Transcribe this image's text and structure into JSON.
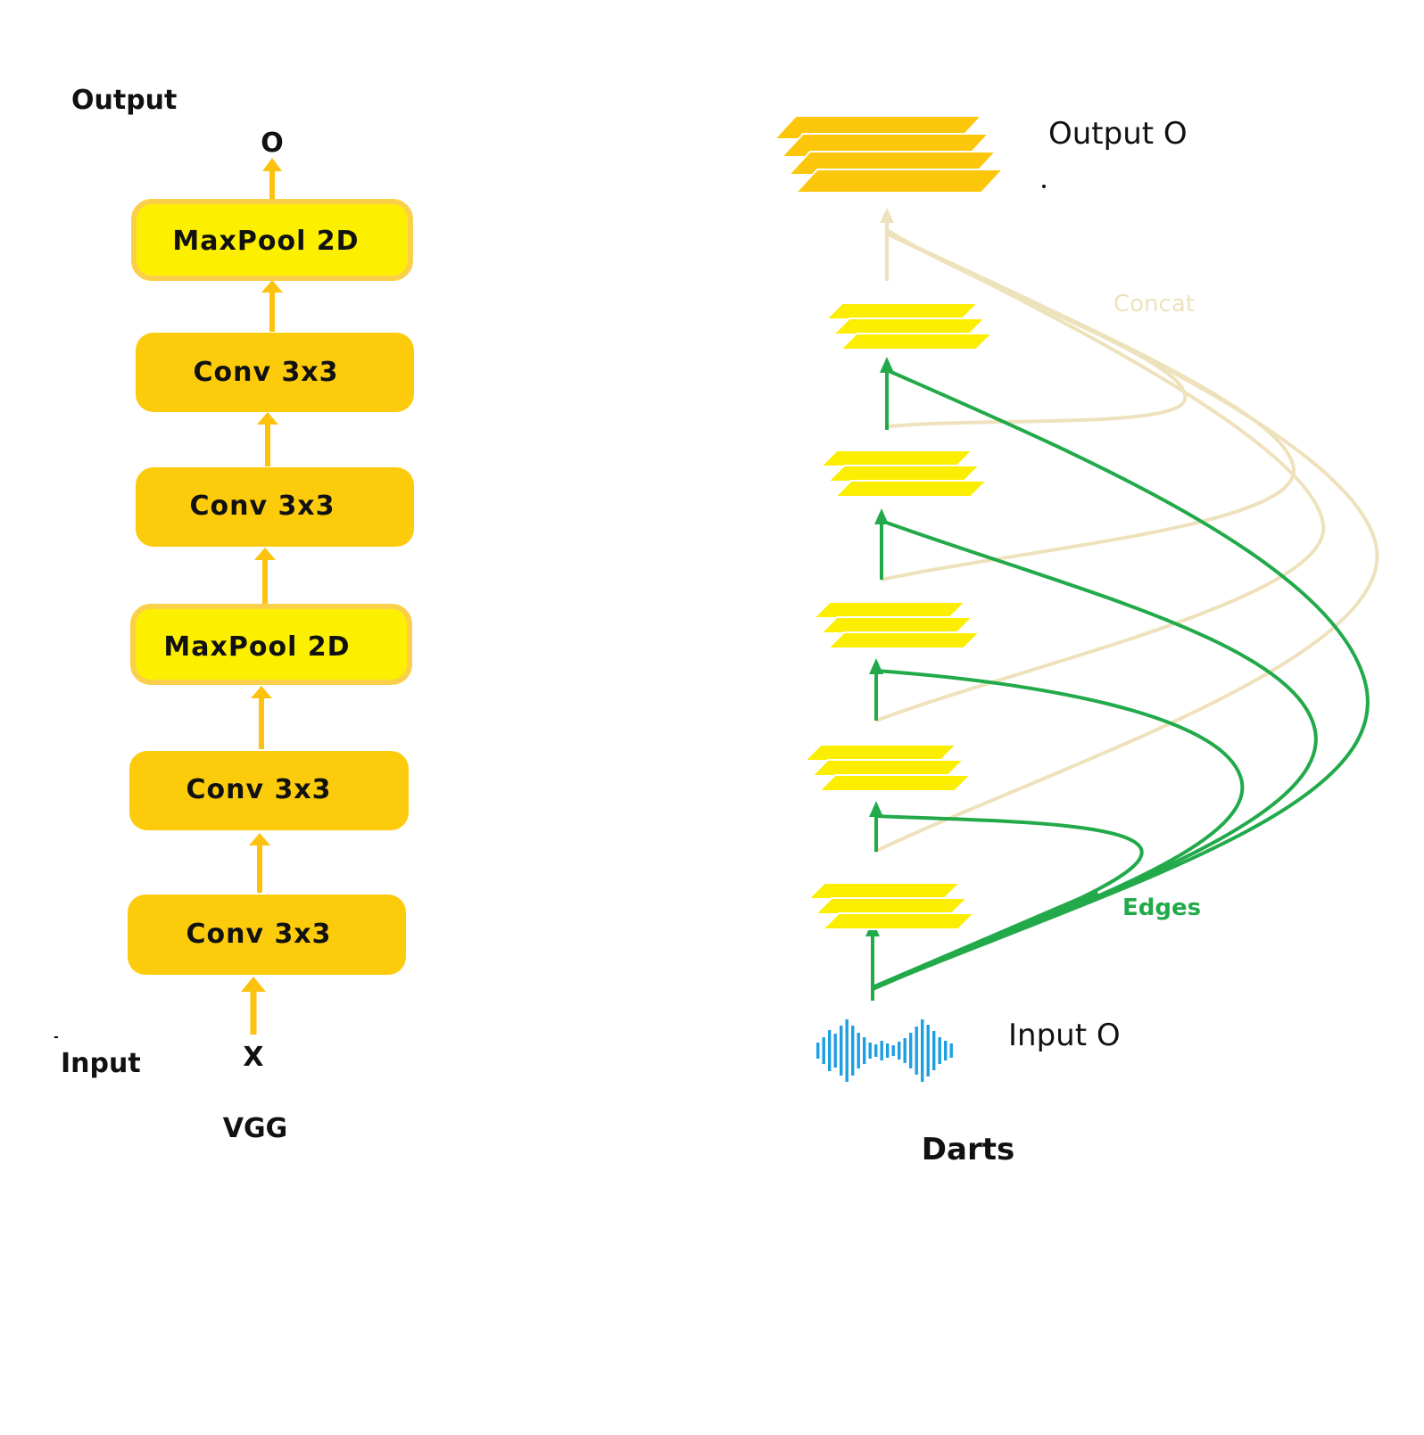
{
  "colors": {
    "block_orange": "#FCCB0C",
    "block_yellow": "#FCF000",
    "block_border": "#FAD04A",
    "arrow_orange": "#FCC20D",
    "layer_gold": "#FCC60A",
    "layer_yellow": "#FCEE00",
    "edge_green": "#22AA4A",
    "concat_beige": "#EEE2BC",
    "wave_blue": "#1E9FE2",
    "text_dark": "#111111"
  },
  "vgg": {
    "caption": "VGG",
    "output_label": "Output",
    "output_symbol": "O",
    "input_label": "Input",
    "input_symbol": "X",
    "blocks": [
      {
        "label": "MaxPool 2D",
        "kind": "pool"
      },
      {
        "label": "Conv 3x3",
        "kind": "conv"
      },
      {
        "label": "Conv 3x3",
        "kind": "conv"
      },
      {
        "label": "MaxPool 2D",
        "kind": "pool"
      },
      {
        "label": "Conv 3x3",
        "kind": "conv"
      },
      {
        "label": "Conv 3x3",
        "kind": "conv"
      }
    ]
  },
  "darts": {
    "caption": "Darts",
    "output_label": "Output O",
    "input_label": "Input O",
    "concat_label": "Concat",
    "edges_label": "Edges",
    "input_icon": "waveform-icon"
  }
}
